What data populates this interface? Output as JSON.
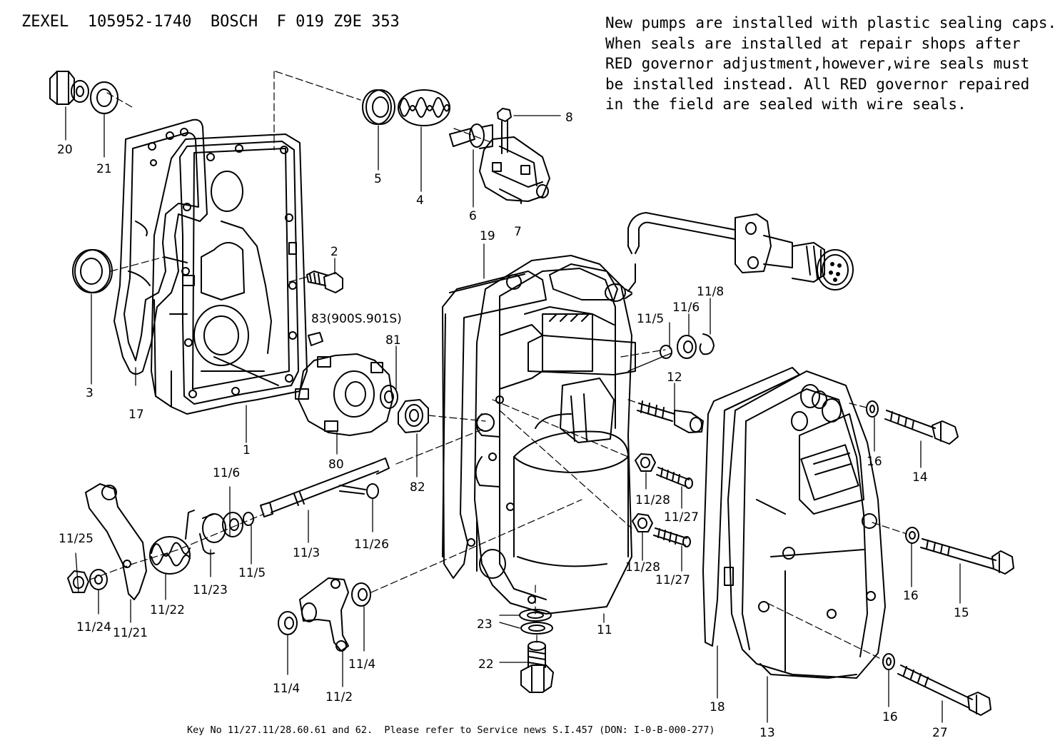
{
  "header": {
    "text": "ZEXEL  105952-1740  BOSCH  F 019 Z9E 353"
  },
  "note": {
    "lines": [
      "New pumps are installed with plastic sealing caps.",
      "When seals are installed at repair shops after",
      "RED governor adjustment,however,wire seals must",
      "be installed instead. All RED governor repaired",
      "in the field are sealed with wire seals."
    ]
  },
  "footer": {
    "text": "Key No 11/27.11/28.60.61 and 62.  Please refer to Service news S.I.457 (DON: I-0-B-000-277)"
  },
  "callouts": [
    "20",
    "21",
    "5",
    "4",
    "8",
    "6",
    "7",
    "19",
    "2",
    "3",
    "17",
    "1",
    "83(900S.901S)",
    "81",
    "80",
    "82",
    "11/5",
    "11/6",
    "11/8",
    "12",
    "16",
    "14",
    "11/28",
    "11/27",
    "11/28",
    "11/27",
    "11/6",
    "11/3",
    "11/26",
    "11/25",
    "11/24",
    "11/21",
    "11/22",
    "11/23",
    "11/5",
    "23",
    "22",
    "11",
    "11/4",
    "11/2",
    "11/4",
    "16",
    "15",
    "16",
    "18",
    "13",
    "27"
  ]
}
